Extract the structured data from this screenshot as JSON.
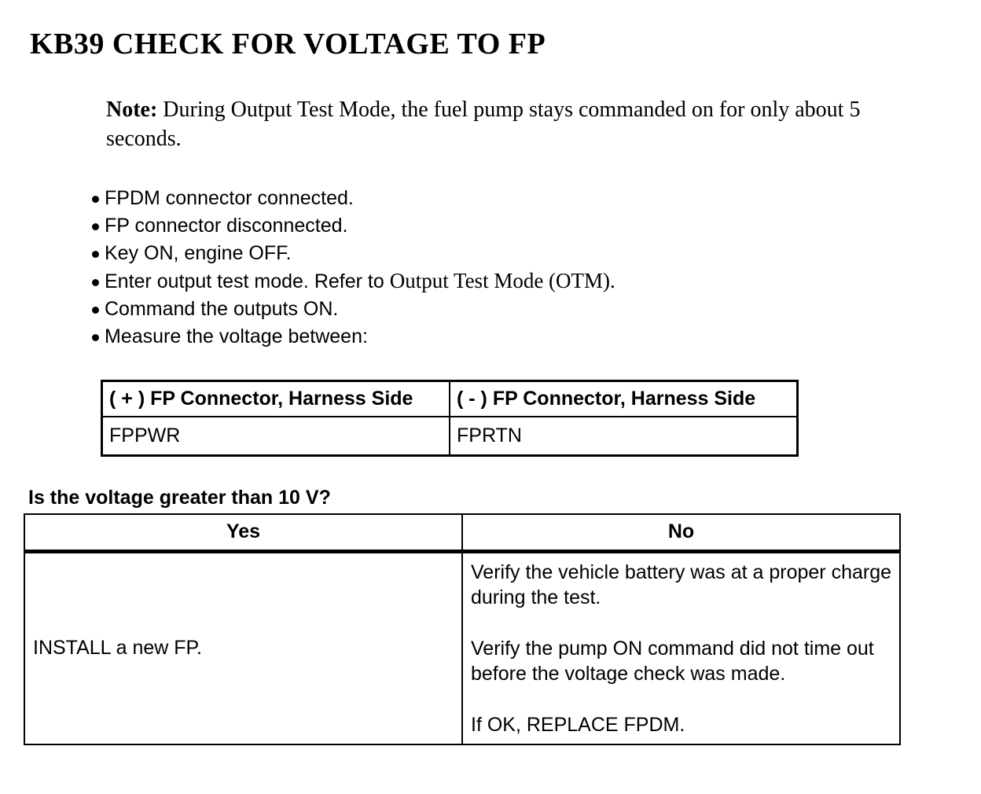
{
  "colors": {
    "text": "#000000",
    "background": "#ffffff",
    "table_border": "#000000"
  },
  "page": {
    "title": "KB39 CHECK FOR VOLTAGE TO FP",
    "note_label": "Note:",
    "note_text": "During Output Test Mode, the fuel pump stays commanded on for only about 5 seconds."
  },
  "bullets": [
    {
      "text": "FPDM connector connected."
    },
    {
      "text": "FP connector disconnected."
    },
    {
      "text": "Key ON, engine OFF."
    },
    {
      "prefix": "Enter output test mode. Refer to ",
      "reference": "Output Test Mode (OTM)",
      "suffix": "."
    },
    {
      "text": "Command the outputs ON."
    },
    {
      "text": "Measure the voltage between:"
    }
  ],
  "measurement_table": {
    "headers": [
      "( + ) FP Connector, Harness Side",
      "( - ) FP Connector, Harness Side"
    ],
    "rows": [
      [
        "FPPWR",
        "FPRTN"
      ]
    ]
  },
  "question": "Is the voltage greater than 10 V?",
  "decision_table": {
    "headers": [
      "Yes",
      "No"
    ],
    "yes_action": "INSTALL a new FP.",
    "no_actions": [
      "Verify the vehicle battery was at a proper charge during the test.",
      "Verify the pump ON command did not time out before the voltage check was made.",
      "If OK, REPLACE FPDM."
    ]
  }
}
